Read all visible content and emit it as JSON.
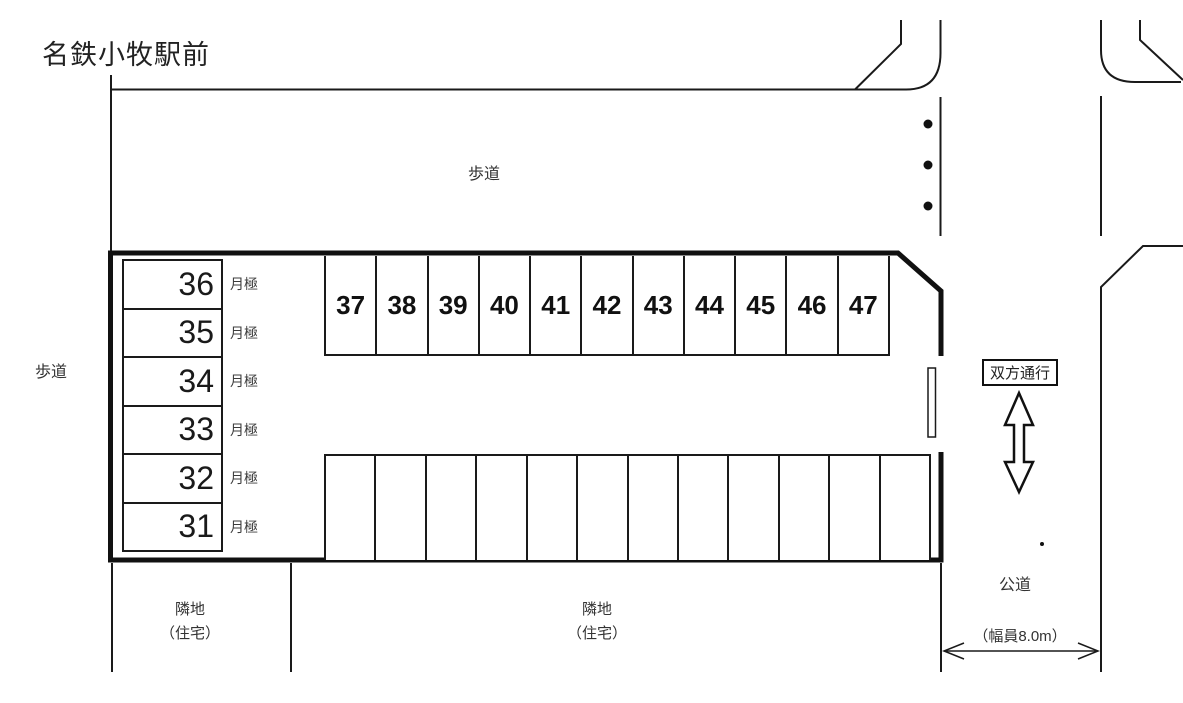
{
  "title": "名鉄小牧駅前",
  "areas": {
    "sidewalk_top": "歩道",
    "sidewalk_left": "歩道",
    "adjacent_lot_left": {
      "line1": "隣地",
      "line2": "（住宅）"
    },
    "adjacent_lot_center": {
      "line1": "隣地",
      "line2": "（住宅）"
    },
    "public_road": "公道",
    "road_width": "（幅員8.0m）",
    "traffic_sign": "双方通行"
  },
  "parking": {
    "left_column": [
      {
        "number": "36",
        "type": "月極"
      },
      {
        "number": "35",
        "type": "月極"
      },
      {
        "number": "34",
        "type": "月極"
      },
      {
        "number": "33",
        "type": "月極"
      },
      {
        "number": "32",
        "type": "月極"
      },
      {
        "number": "31",
        "type": "月極"
      }
    ],
    "top_row": {
      "numbers": [
        "37",
        "38",
        "39",
        "40",
        "41",
        "42",
        "43",
        "44",
        "45",
        "46",
        "47"
      ]
    },
    "bottom_row": {
      "empty_space_count": 12
    }
  },
  "colors": {
    "line": "#1a1a1a",
    "label_text": "#3c3c3c",
    "background": "#ffffff"
  }
}
